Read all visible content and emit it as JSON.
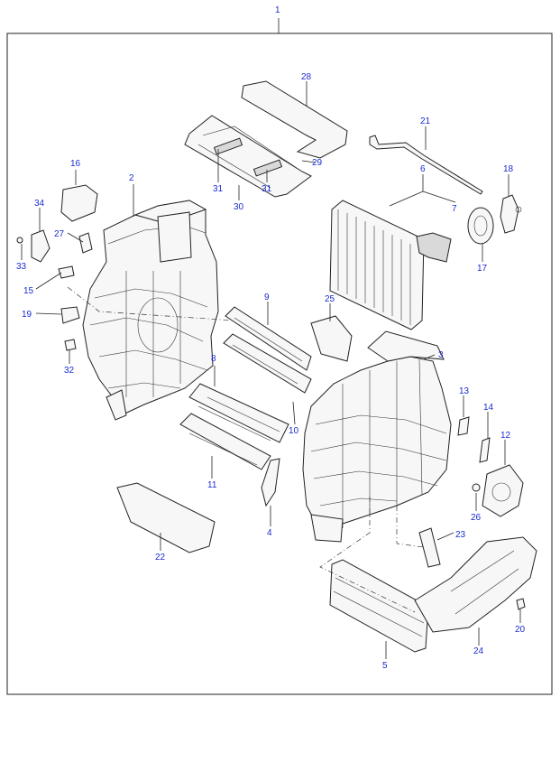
{
  "callouts": [
    {
      "id": "1",
      "text": "1"
    },
    {
      "id": "2",
      "text": "2"
    },
    {
      "id": "3",
      "text": "3"
    },
    {
      "id": "4",
      "text": "4"
    },
    {
      "id": "5",
      "text": "5"
    },
    {
      "id": "6",
      "text": "6"
    },
    {
      "id": "7",
      "text": "7"
    },
    {
      "id": "8",
      "text": "8"
    },
    {
      "id": "9",
      "text": "9"
    },
    {
      "id": "10",
      "text": "10"
    },
    {
      "id": "11",
      "text": "11"
    },
    {
      "id": "12",
      "text": "12"
    },
    {
      "id": "13",
      "text": "13"
    },
    {
      "id": "14",
      "text": "14"
    },
    {
      "id": "15",
      "text": "15"
    },
    {
      "id": "16",
      "text": "16"
    },
    {
      "id": "17",
      "text": "17"
    },
    {
      "id": "18",
      "text": "18"
    },
    {
      "id": "19",
      "text": "19"
    },
    {
      "id": "20",
      "text": "20"
    },
    {
      "id": "21",
      "text": "21"
    },
    {
      "id": "22",
      "text": "22"
    },
    {
      "id": "23",
      "text": "23"
    },
    {
      "id": "24",
      "text": "24"
    },
    {
      "id": "25",
      "text": "25"
    },
    {
      "id": "26",
      "text": "26"
    },
    {
      "id": "27",
      "text": "27"
    },
    {
      "id": "28",
      "text": "28"
    },
    {
      "id": "29",
      "text": "29"
    },
    {
      "id": "30",
      "text": "30"
    },
    {
      "id": "31a",
      "text": "31"
    },
    {
      "id": "31b",
      "text": "31"
    },
    {
      "id": "32",
      "text": "32"
    },
    {
      "id": "33",
      "text": "33"
    },
    {
      "id": "34",
      "text": "34"
    }
  ],
  "colors": {
    "label": "#1a2bd0",
    "line": "#222222",
    "background": "#ffffff"
  }
}
